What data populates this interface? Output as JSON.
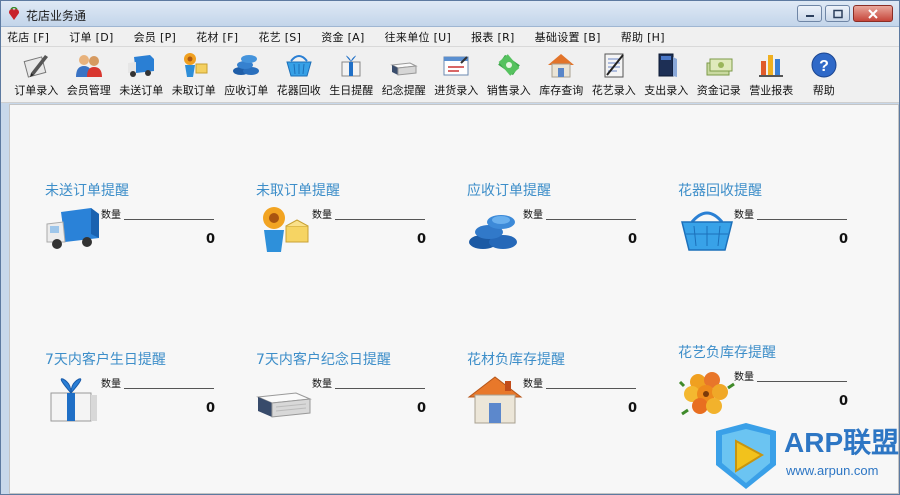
{
  "window": {
    "title": "花店业务通"
  },
  "menu": [
    "花店 [F]",
    "订单 [D]",
    "会员 [P]",
    "花材 [F]",
    "花艺 [S]",
    "资金 [A]",
    "往来单位 [U]",
    "报表 [R]",
    "基础设置 [B]",
    "帮助 [H]"
  ],
  "toolbar": [
    {
      "label": "订单录入",
      "icon": "pen-order-icon"
    },
    {
      "label": "会员管理",
      "icon": "members-icon"
    },
    {
      "label": "未送订单",
      "icon": "delivery-truck-icon"
    },
    {
      "label": "未取订单",
      "icon": "flower-box-icon"
    },
    {
      "label": "应收订单",
      "icon": "coins-icon"
    },
    {
      "label": "花器回收",
      "icon": "basket-icon"
    },
    {
      "label": "生日提醒",
      "icon": "gift-icon"
    },
    {
      "label": "纪念提醒",
      "icon": "box-icon"
    },
    {
      "label": "进货录入",
      "icon": "purchase-form-icon"
    },
    {
      "label": "销售录入",
      "icon": "money-icon"
    },
    {
      "label": "库存查询",
      "icon": "house-icon"
    },
    {
      "label": "花艺录入",
      "icon": "notebook-icon"
    },
    {
      "label": "支出录入",
      "icon": "book-icon"
    },
    {
      "label": "资金记录",
      "icon": "cash-icon"
    },
    {
      "label": "营业报表",
      "icon": "bar-chart-icon"
    },
    {
      "label": "帮助",
      "icon": "help-icon"
    }
  ],
  "cards": [
    {
      "title": "未送订单提醒",
      "qty_label": "数量",
      "value": "0",
      "icon": "delivery-truck-icon"
    },
    {
      "title": "未取订单提醒",
      "qty_label": "数量",
      "value": "0",
      "icon": "flower-box-icon"
    },
    {
      "title": "应收订单提醒",
      "qty_label": "数量",
      "value": "0",
      "icon": "coins-icon"
    },
    {
      "title": "花器回收提醒",
      "qty_label": "数量",
      "value": "0",
      "icon": "basket-icon"
    },
    {
      "title": "7天内客户生日提醒",
      "qty_label": "数量",
      "value": "0",
      "icon": "gift-icon"
    },
    {
      "title": "7天内客户纪念日提醒",
      "qty_label": "数量",
      "value": "0",
      "icon": "box-icon"
    },
    {
      "title": "花材负库存提醒",
      "qty_label": "数量",
      "value": "0",
      "icon": "house-icon"
    },
    {
      "title": "花艺负库存提醒",
      "qty_label": "数量",
      "value": "0",
      "icon": "bouquet-icon"
    }
  ],
  "watermark": {
    "brand": "ARP联盟",
    "url": "www.arpun.com"
  }
}
